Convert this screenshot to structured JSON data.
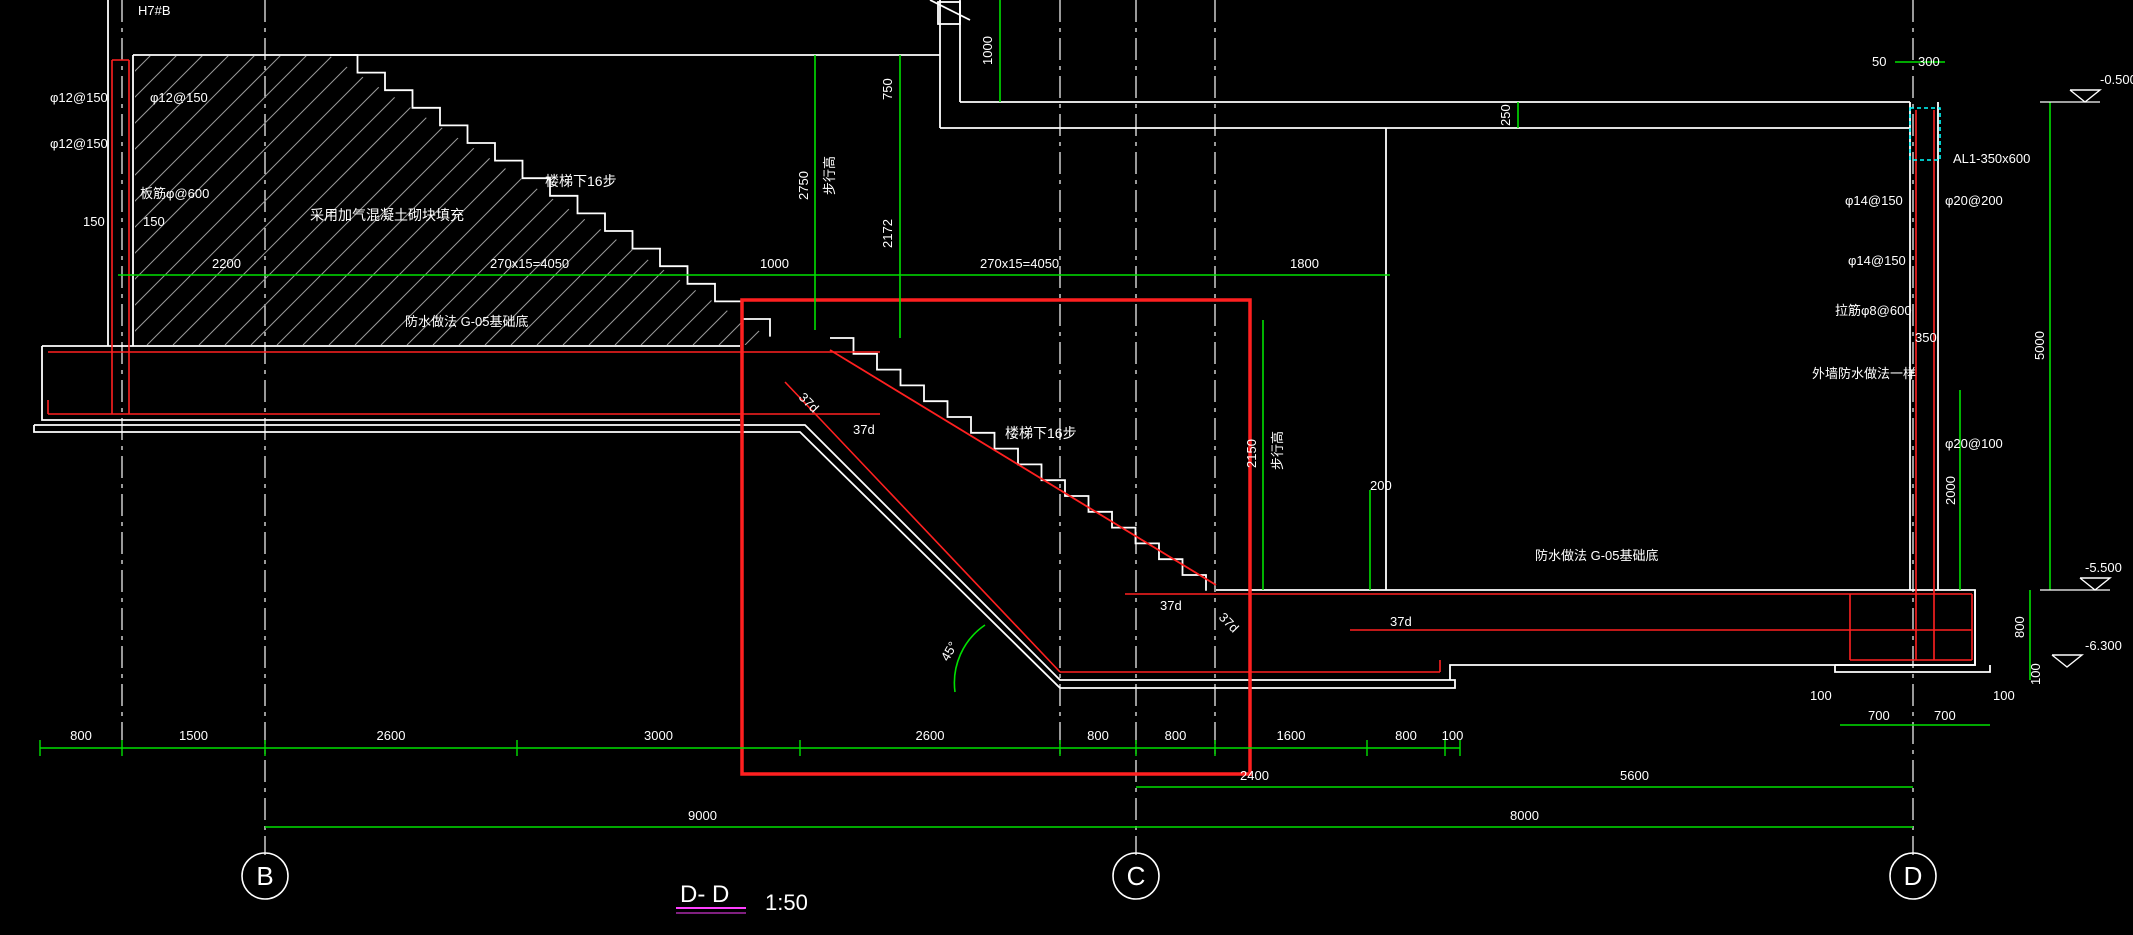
{
  "section": {
    "title": "D- D",
    "scale": "1:50",
    "title_color": "#ff40ff"
  },
  "grid_axes": [
    "B",
    "C",
    "D"
  ],
  "levels": {
    "top": "-0.500",
    "mid": "-5.500",
    "bottom": "-6.300"
  },
  "annotations": {
    "corner_label": "H7#B",
    "rebar_left_1": "φ12@150",
    "rebar_left_2": "φ12@150",
    "rebar_left_3": "φ12@150",
    "rebar_left_4": "板筋φ@600",
    "fill_note": "采用加气混凝土砌块填充",
    "stair_upper": "楼梯下16步",
    "stair_lower": "楼梯下16步",
    "floor_note_left": "防水做法 G-05基础底",
    "floor_note_right": "防水做法 G-05基础底",
    "beam_label": "AL1-350x600",
    "wall_rebar_1": "φ14@150",
    "wall_rebar_2": "φ20@200",
    "wall_rebar_3": "φ14@150",
    "wall_rebar_4": "拉筋φ8@600",
    "wall_rebar_5": "φ20@100",
    "wall_note": "外墙防水做法一样",
    "anchor_1": "37d",
    "anchor_2": "37d",
    "anchor_3": "37d",
    "anchor_4": "37d",
    "anchor_5": "37d",
    "angle": "45°",
    "headroom_1": "步行高",
    "headroom_2": "步行高"
  },
  "dimensions": {
    "d2200": "2200",
    "run_upper": "270x15=4050",
    "d1000": "1000",
    "run_lower": "270x15=4050",
    "d1800": "1800",
    "d750": "750",
    "d2750": "2750",
    "d2172": "2172",
    "d1000v": "1000",
    "d250": "250",
    "d150a": "150",
    "d150b": "150",
    "d50": "50",
    "d300": "300",
    "d350": "350",
    "d5000": "5000",
    "d2000": "2000",
    "d200": "200",
    "d2150": "2150",
    "d800v": "800",
    "d100v": "100",
    "bottom_row": [
      "800",
      "1500",
      "2600",
      "3000",
      "2600",
      "800",
      "800",
      "1600",
      "800",
      "100"
    ],
    "foot_100a": "100",
    "foot_700a": "700",
    "foot_700b": "700",
    "foot_100b": "100",
    "d2400": "2400",
    "d5600": "5600",
    "d9000": "9000",
    "d8000": "8000"
  },
  "colors": {
    "background": "#000000",
    "dimension": "#00e000",
    "structure": "#ffffff",
    "rebar": "#ff2020",
    "highlight": "#ff2020",
    "cyan": "#00ffff"
  }
}
